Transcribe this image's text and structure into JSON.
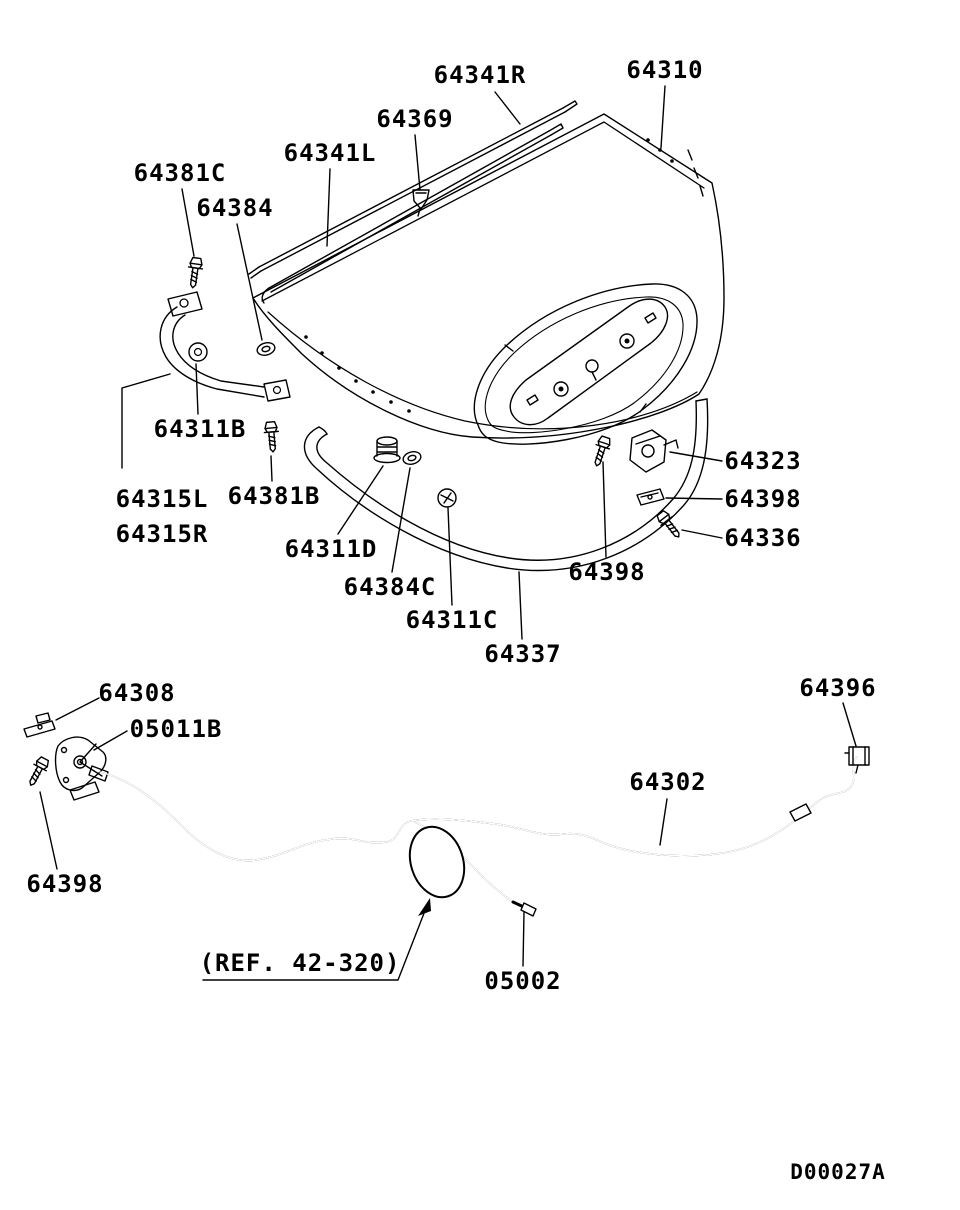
{
  "page": {
    "background": "#ffffff",
    "line_color": "#000000"
  },
  "diagram": {
    "drawing_code": "D00027A",
    "labels": [
      {
        "text": "64341R"
      },
      {
        "text": "64310"
      },
      {
        "text": "64369"
      },
      {
        "text": "64341L"
      },
      {
        "text": "64381C"
      },
      {
        "text": "64384"
      },
      {
        "text": "64311B"
      },
      {
        "text": "64315L"
      },
      {
        "text": "64381B"
      },
      {
        "text": "64315R"
      },
      {
        "text": "64311D"
      },
      {
        "text": "64384C"
      },
      {
        "text": "64323"
      },
      {
        "text": "64398"
      },
      {
        "text": "64336"
      },
      {
        "text": "64398"
      },
      {
        "text": "64311C"
      },
      {
        "text": "64337"
      },
      {
        "text": "64308"
      },
      {
        "text": "05011B"
      },
      {
        "text": "64396"
      },
      {
        "text": "64302"
      },
      {
        "text": "64398"
      },
      {
        "text": "(REF. 42-320)"
      },
      {
        "text": "05002"
      }
    ]
  }
}
